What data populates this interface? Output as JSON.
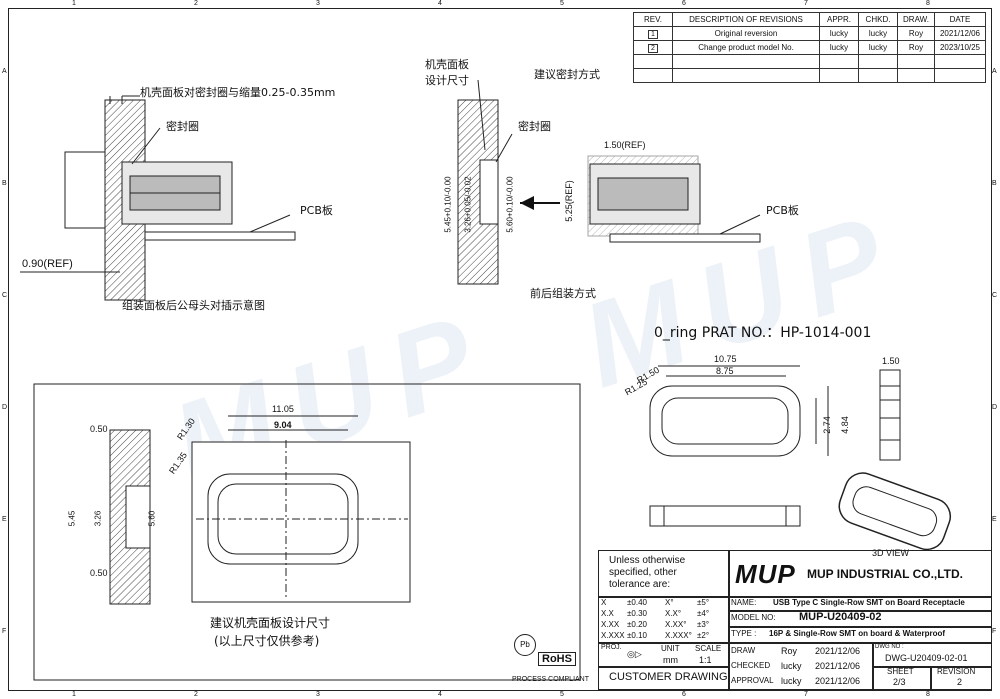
{
  "zones": {
    "columns": [
      "1",
      "2",
      "3",
      "4",
      "5",
      "6",
      "7",
      "8"
    ],
    "rows": [
      "A",
      "B",
      "C",
      "D",
      "E",
      "F"
    ]
  },
  "revisions": {
    "headers": [
      "REV.",
      "DESCRIPTION OF REVISIONS",
      "APPR.",
      "CHKD.",
      "DRAW.",
      "DATE"
    ],
    "rows": [
      {
        "rev": "1",
        "desc": "Original reversion",
        "appr": "lucky",
        "chkd": "lucky",
        "draw": "Roy",
        "date": "2021/12/06"
      },
      {
        "rev": "2",
        "desc": "Change product model No.",
        "appr": "lucky",
        "chkd": "lucky",
        "draw": "Roy",
        "date": "2023/10/25"
      }
    ]
  },
  "views": {
    "view1_caption": "组装面板后公母头对插示意图",
    "view1_note": "机壳面板对密封圈与缩量0.25-0.35mm",
    "view1_seal": "密封圈",
    "view1_pcb": "PCB板",
    "view1_ref": "0.90(REF)",
    "view2_title1": "机壳面板",
    "view2_title2": "设计尺寸",
    "view2_seal": "密封圈",
    "view2_suggest": "建议密封方式",
    "view2_caption": "前后组装方式",
    "view2_dim1": "5.45+0.10/-0.00",
    "view2_dim2": "3.26+0.05/-0.02",
    "view2_dim3": "5.60+0.10/-0.00",
    "view2_ref1": "1.50(REF)",
    "view2_ref2": "5.25(REF)",
    "view2_pcb": "PCB板",
    "oring_title": "0_ring PRAT NO.：HP-1014-001",
    "oring_dims": [
      "10.75",
      "8.75",
      "R1.50",
      "R1.25",
      "2.74",
      "4.84",
      "1.50"
    ],
    "oring_3d": "3D VIEW",
    "panel_caption1": "建议机壳面板设计尺寸",
    "panel_caption2": "(以上尺寸仅供参考)",
    "panel_dims": [
      "11.05",
      "9.04",
      "R1.30",
      "R1.35",
      "0.50",
      "0.50",
      "5.45",
      "3.26",
      "5.60"
    ],
    "panel_tol": [
      "+0.10",
      "-0.00",
      "+0.05",
      "-0.02"
    ]
  },
  "title_block": {
    "tolerance_note": "Unless otherwise specified, other tolerance are:",
    "tolerance": [
      [
        "X",
        "±0.40",
        "X°",
        "±5°"
      ],
      [
        "X.X",
        "±0.30",
        "X.X°",
        "±4°"
      ],
      [
        "X.XX",
        "±0.20",
        "X.XX°",
        "±3°"
      ],
      [
        "X.XXX",
        "±0.10",
        "X.XXX°",
        "±2°"
      ]
    ],
    "proj": "PROJ.",
    "unit_label": "UNIT",
    "unit": "mm",
    "scale_label": "SCALE",
    "scale": "1:1",
    "customer": "CUSTOMER  DRAWING",
    "logo": "MUP",
    "company": "MUP INDUSTRIAL CO.,LTD.",
    "name_label": "NAME:",
    "name": "USB Type C  Single-Row SMT on Board Receptacle",
    "model_label": "MODEL NO:",
    "model": "MUP-U20409-02",
    "type_label": "TYPE :",
    "type": "16P & Single-Row SMT on board & Waterproof",
    "draw_label": "DRAW",
    "draw_name": "Roy",
    "draw_date": "2021/12/06",
    "checked_label": "CHECKED",
    "checked_name": "lucky",
    "checked_date": "2021/12/06",
    "approval_label": "APPROVAL",
    "approval_name": "lucky",
    "approval_date": "2021/12/06",
    "dwg_label": "DWG NO :",
    "dwg": "DWG-U20409-02-01",
    "sheet_label": "SHEET",
    "sheet": "2/3",
    "revision_label": "REVISION",
    "revision": "2",
    "rohs": "RoHS",
    "rohs_sub": "PROCESS COMPLIANT",
    "pb": "Pb"
  },
  "watermark": "MUP"
}
